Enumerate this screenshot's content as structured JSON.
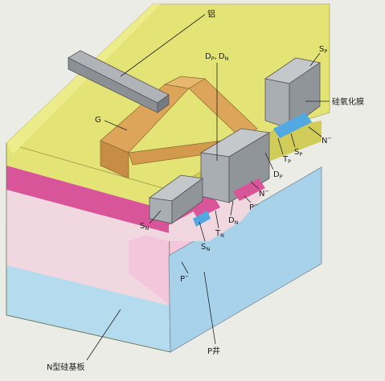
{
  "labels": {
    "aluminum": "铝",
    "gate": "G",
    "dp": "D",
    "dp_sub": "P",
    "dp_sep": ",",
    "dn": "D",
    "dn_sub": "N",
    "sp": "S",
    "sp_sub": "P",
    "sn": "S",
    "sn_sub": "N",
    "tp": "T",
    "tp_sub": "P",
    "tn": "T",
    "tn_sub": "N",
    "oxide": "硅氧化膜",
    "nminus": "N",
    "minus": "−",
    "pminus": "P",
    "pwell": "P井",
    "nsub": "N型硅基板"
  },
  "colors": {
    "oxide_yellow": "#e4e476",
    "oxide_shade": "#d2cd5a",
    "gate_orange": "#dca55a",
    "metal_gray": "#a9aeb2",
    "n_plus_magenta": "#d8559a",
    "p_well_pink": "#f0d7e0",
    "n_sub_blue": "#b5dbef",
    "p_plus_blue": "#52a8e0"
  }
}
